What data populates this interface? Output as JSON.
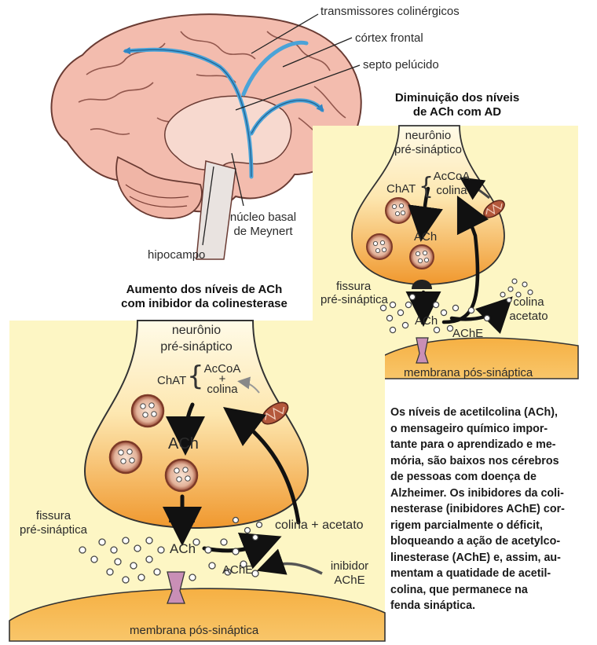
{
  "brain": {
    "label_transmitters": "transmissores colinérgicos",
    "label_cortex": "córtex frontal",
    "label_septum": "septo pelúcido",
    "label_nucleus_line1": "núcleo basal",
    "label_nucleus_line2": "de Meynert",
    "label_hippocampus": "hipocampo"
  },
  "top_panel": {
    "title_line1": "Diminuição dos níveis",
    "title_line2": "de ACh com AD",
    "neuron_line1": "neurônio",
    "neuron_line2": "pré-sináptico",
    "chat": "ChAT",
    "acetyl_coa": "AcCoA",
    "choline": "colina",
    "ach_vesicle": "ACh",
    "cleft_line1": "fissura",
    "cleft_line2": "pré-sináptica",
    "ach_cleft": "ACh",
    "ache": "AChE",
    "choline_out": "colina",
    "acetate_out": "acetato",
    "membrane": "membrana pós-sináptica"
  },
  "bottom_panel": {
    "title_line1": "Aumento dos níveis de ACh",
    "title_line2": "com inibidor da colinesterase",
    "neuron_line1": "neurônio",
    "neuron_line2": "pré-sináptico",
    "chat": "ChAT",
    "acetyl_coa": "AcCoA",
    "plus": "+",
    "choline": "colina",
    "ach_vesicle": "ACh",
    "cleft_line1": "fissura",
    "cleft_line2": "pré-sináptica",
    "ach_cleft": "ACh",
    "ache": "AChE",
    "products_choline": "colina",
    "products_plus": "+",
    "products_acetate": "acetato",
    "inhibitor_line1": "inibidor",
    "inhibitor_line2": "AChE",
    "membrane": "membrana pós-sináptica"
  },
  "description": {
    "line1": "Os níveis de acetilcolina (ACh),",
    "line2": "o mensageiro químico impor-",
    "line3": "tante para o aprendizado e me-",
    "line4": "mória, são baixos nos cérebros",
    "line5": "de pessoas com doença de",
    "line6": "Alzheimer. Os inibidores da coli-",
    "line7": "nesterase (inibidores AChE) cor-",
    "line8": "rigem parcialmente o déficit,",
    "line9": "bloqueando a ação de acetylco-",
    "line10": "linesterase (AChE) e, assim, au-",
    "line11": "mentam a quatidade de acetil-",
    "line12": "colina, que permanece na",
    "line13": "fenda sináptica."
  },
  "colors": {
    "panel_bg": "#fdf6c4",
    "neuron_orange": "#f2a23c",
    "brain_pink": "#f0b7aa",
    "vesicle_brown": "#9a4b36",
    "transmitter_blue": "#4aa3d8"
  }
}
